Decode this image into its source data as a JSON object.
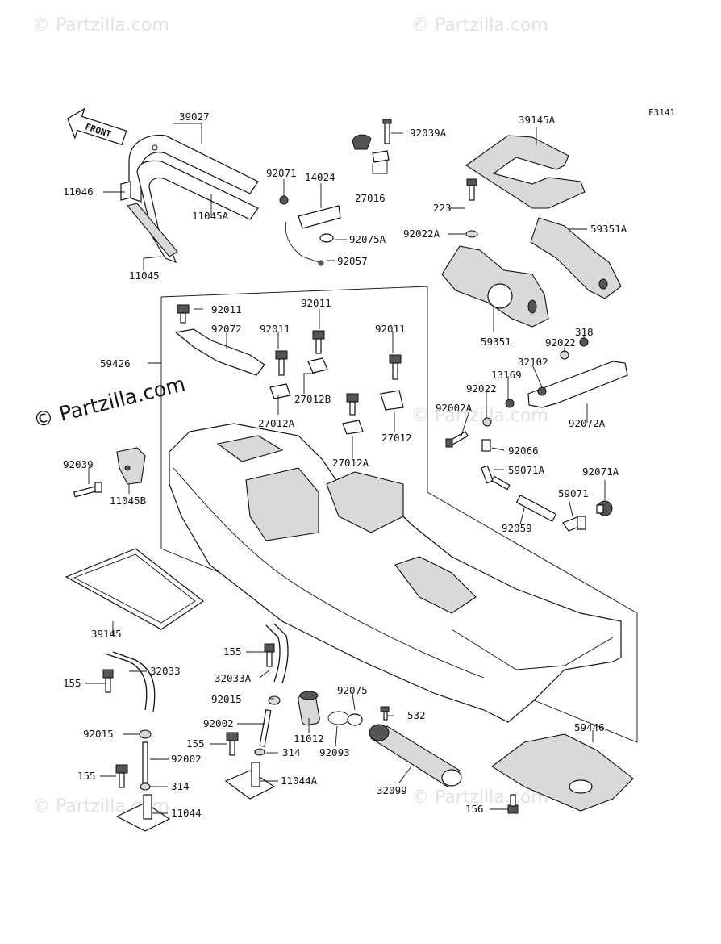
{
  "figure_code": "F3141",
  "front_arrow_label": "FRONT",
  "watermarks": {
    "main": "© Partzilla.com",
    "faint": "© Partzilla.com"
  },
  "parts": [
    {
      "id": "39027",
      "label": "39027"
    },
    {
      "id": "11046",
      "label": "11046"
    },
    {
      "id": "11045A",
      "label": "11045A"
    },
    {
      "id": "11045",
      "label": "11045"
    },
    {
      "id": "92071",
      "label": "92071"
    },
    {
      "id": "14024",
      "label": "14024"
    },
    {
      "id": "92075A",
      "label": "92075A"
    },
    {
      "id": "92057",
      "label": "92057"
    },
    {
      "id": "92039A",
      "label": "92039A"
    },
    {
      "id": "27016",
      "label": "27016"
    },
    {
      "id": "39145A",
      "label": "39145A"
    },
    {
      "id": "223",
      "label": "223"
    },
    {
      "id": "92022A",
      "label": "92022A"
    },
    {
      "id": "59351A",
      "label": "59351A"
    },
    {
      "id": "59351",
      "label": "59351"
    },
    {
      "id": "92011_a",
      "label": "92011"
    },
    {
      "id": "92072",
      "label": "92072"
    },
    {
      "id": "92011_b",
      "label": "92011"
    },
    {
      "id": "92011_c",
      "label": "92011"
    },
    {
      "id": "92011_d",
      "label": "92011"
    },
    {
      "id": "59426",
      "label": "59426"
    },
    {
      "id": "27012B",
      "label": "27012B"
    },
    {
      "id": "27012A_a",
      "label": "27012A"
    },
    {
      "id": "27012",
      "label": "27012"
    },
    {
      "id": "27012A_b",
      "label": "27012A"
    },
    {
      "id": "92022_a",
      "label": "92022"
    },
    {
      "id": "318",
      "label": "318"
    },
    {
      "id": "32102",
      "label": "32102"
    },
    {
      "id": "13169",
      "label": "13169"
    },
    {
      "id": "92022_b",
      "label": "92022"
    },
    {
      "id": "92002A",
      "label": "92002A"
    },
    {
      "id": "92072A",
      "label": "92072A"
    },
    {
      "id": "92066",
      "label": "92066"
    },
    {
      "id": "59071A",
      "label": "59071A"
    },
    {
      "id": "92071A",
      "label": "92071A"
    },
    {
      "id": "59071",
      "label": "59071"
    },
    {
      "id": "92059",
      "label": "92059"
    },
    {
      "id": "92039",
      "label": "92039"
    },
    {
      "id": "11045B",
      "label": "11045B"
    },
    {
      "id": "39145",
      "label": "39145"
    },
    {
      "id": "155_a",
      "label": "155"
    },
    {
      "id": "32033A",
      "label": "32033A"
    },
    {
      "id": "32033",
      "label": "32033"
    },
    {
      "id": "155_b",
      "label": "155"
    },
    {
      "id": "92015_a",
      "label": "92015"
    },
    {
      "id": "92075",
      "label": "92075"
    },
    {
      "id": "532",
      "label": "532"
    },
    {
      "id": "92002_a",
      "label": "92002"
    },
    {
      "id": "92015_b",
      "label": "92015"
    },
    {
      "id": "155_c",
      "label": "155"
    },
    {
      "id": "92002_b",
      "label": "92002"
    },
    {
      "id": "11012",
      "label": "11012"
    },
    {
      "id": "92093",
      "label": "92093"
    },
    {
      "id": "314_a",
      "label": "314"
    },
    {
      "id": "59446",
      "label": "59446"
    },
    {
      "id": "155_d",
      "label": "155"
    },
    {
      "id": "314_b",
      "label": "314"
    },
    {
      "id": "11044A",
      "label": "11044A"
    },
    {
      "id": "32099",
      "label": "32099"
    },
    {
      "id": "11044",
      "label": "11044"
    },
    {
      "id": "156",
      "label": "156"
    }
  ]
}
